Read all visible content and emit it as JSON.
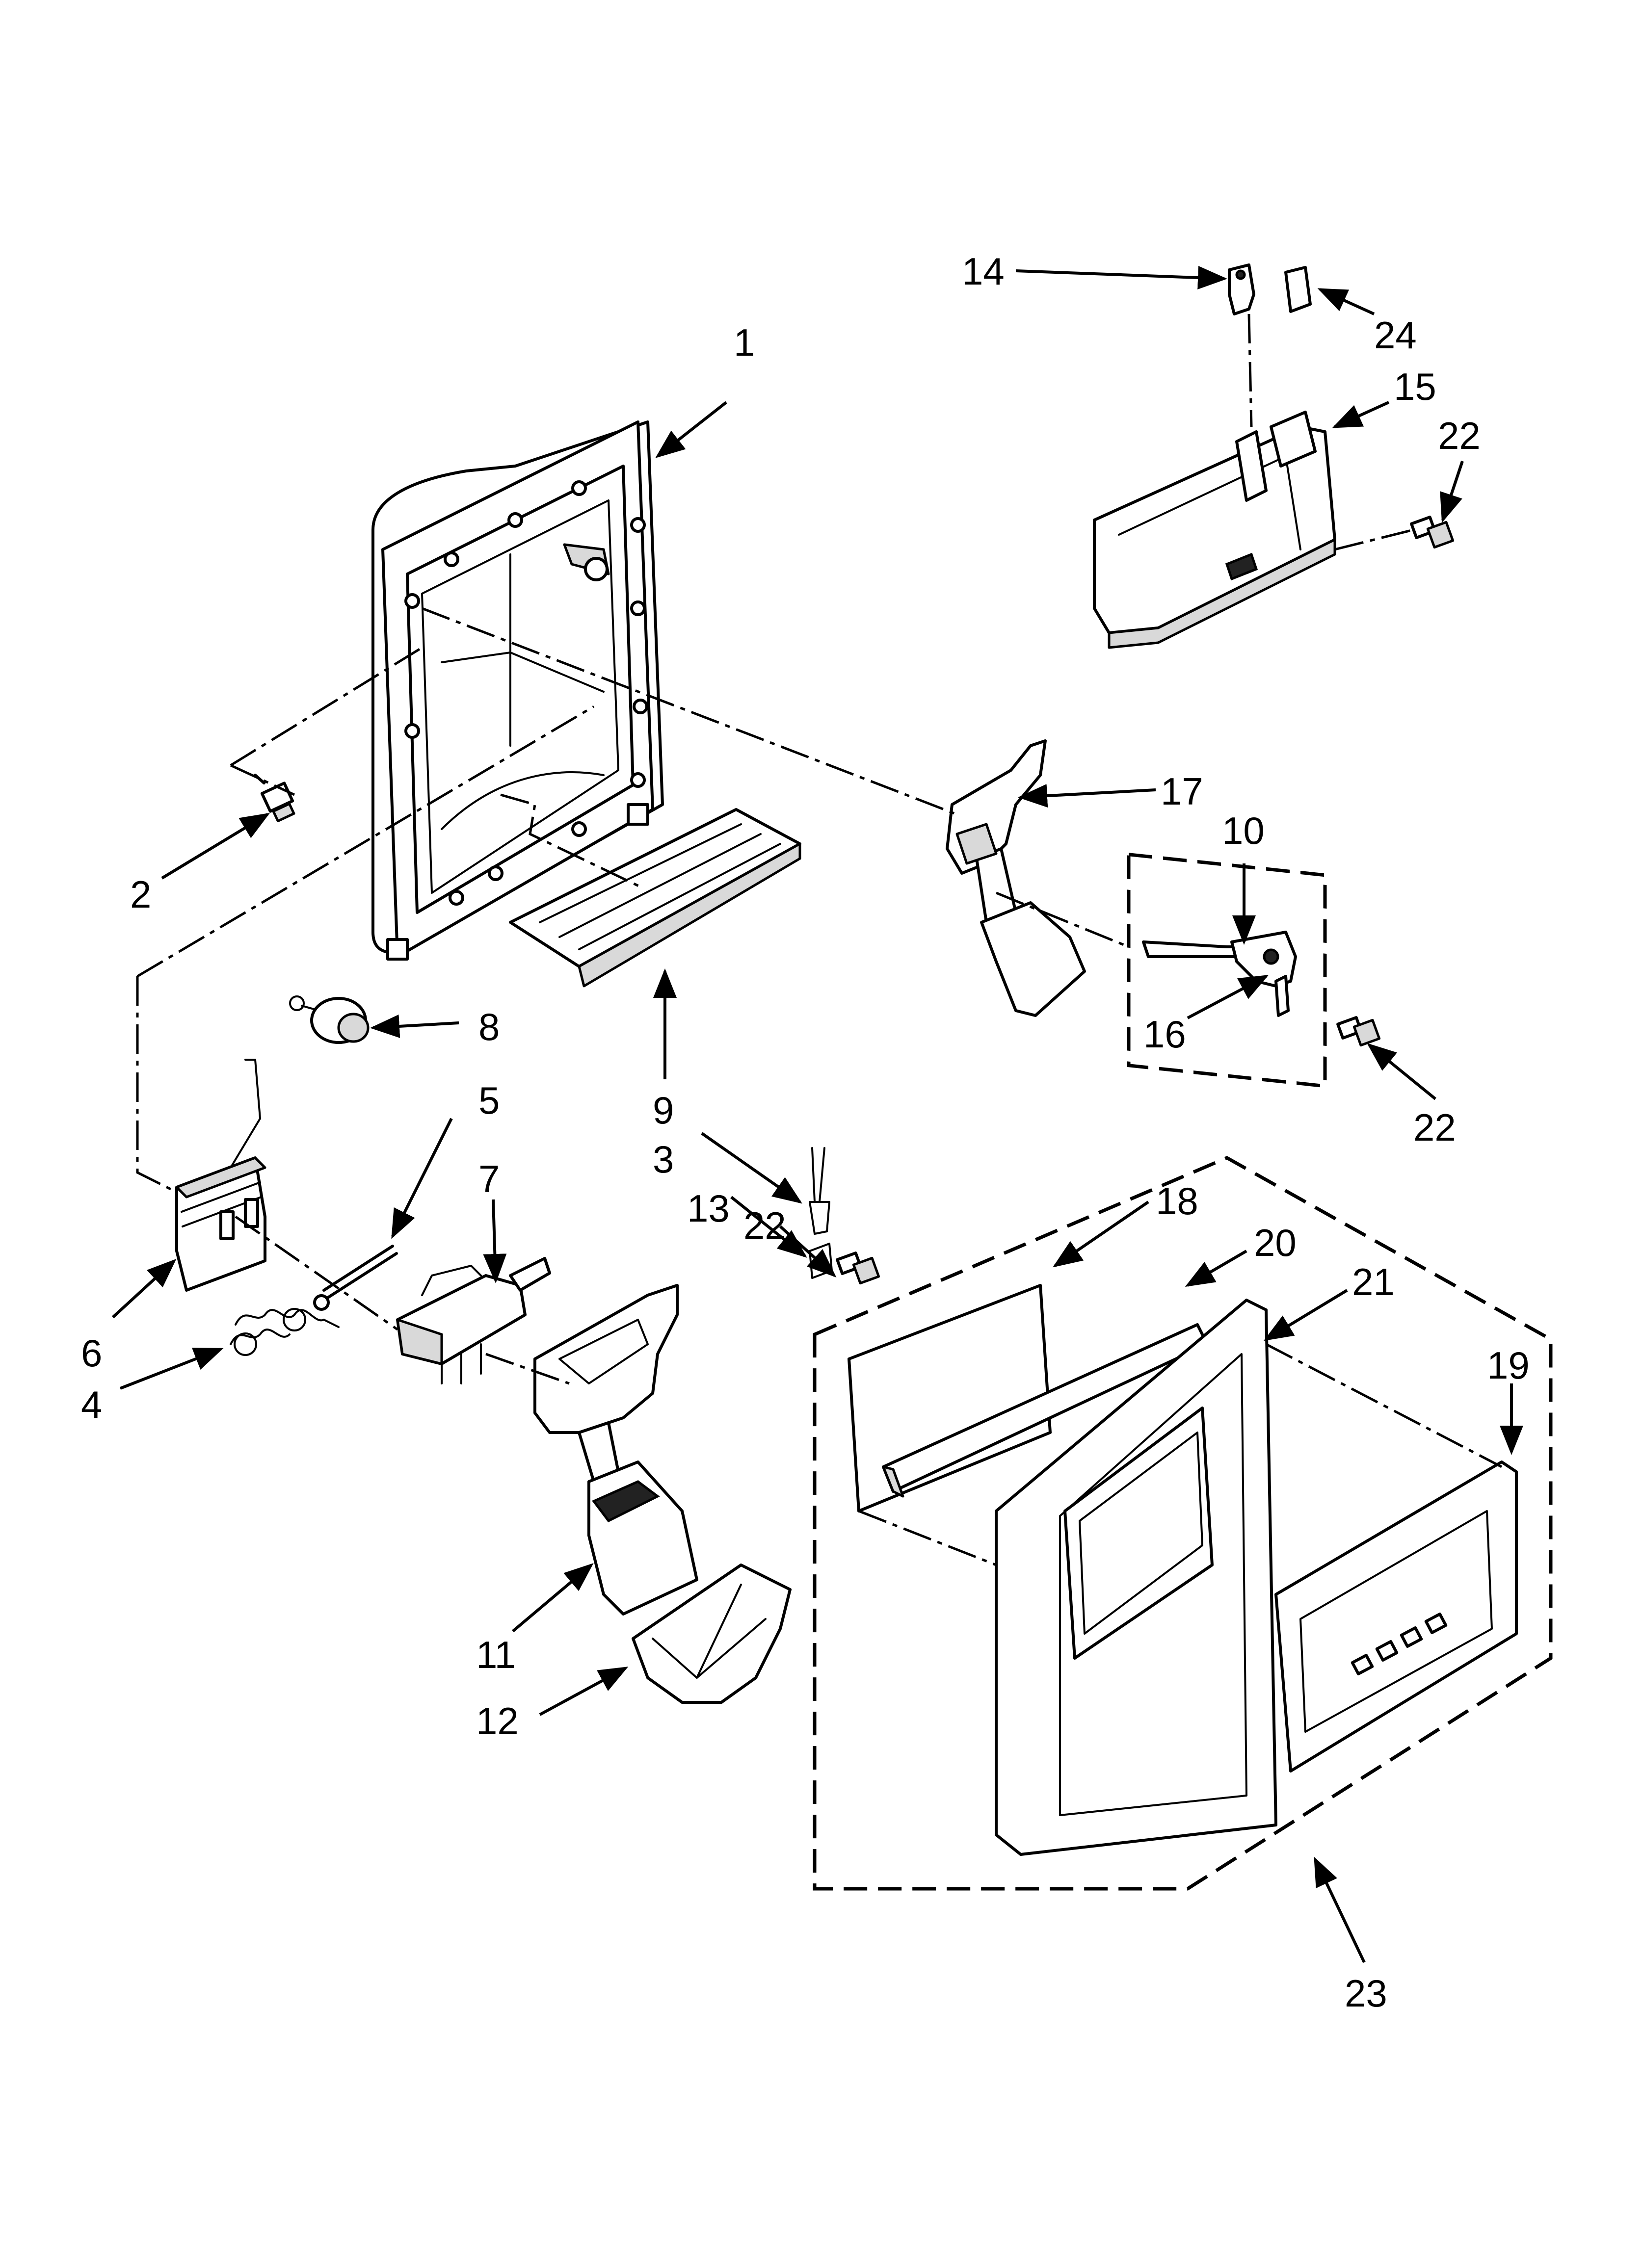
{
  "callouts": {
    "c1": "1",
    "c2": "2",
    "c3": "3",
    "c4": "4",
    "c5": "5",
    "c6": "6",
    "c7": "7",
    "c8": "8",
    "c9": "9",
    "c10": "10",
    "c11": "11",
    "c12": "12",
    "c13": "13",
    "c14": "14",
    "c15": "15",
    "c16": "16",
    "c17": "17",
    "c18": "18",
    "c19": "19",
    "c20": "20",
    "c21": "21",
    "c22a": "22",
    "c22b": "22",
    "c22c": "22",
    "c23": "23",
    "c24": "24"
  }
}
